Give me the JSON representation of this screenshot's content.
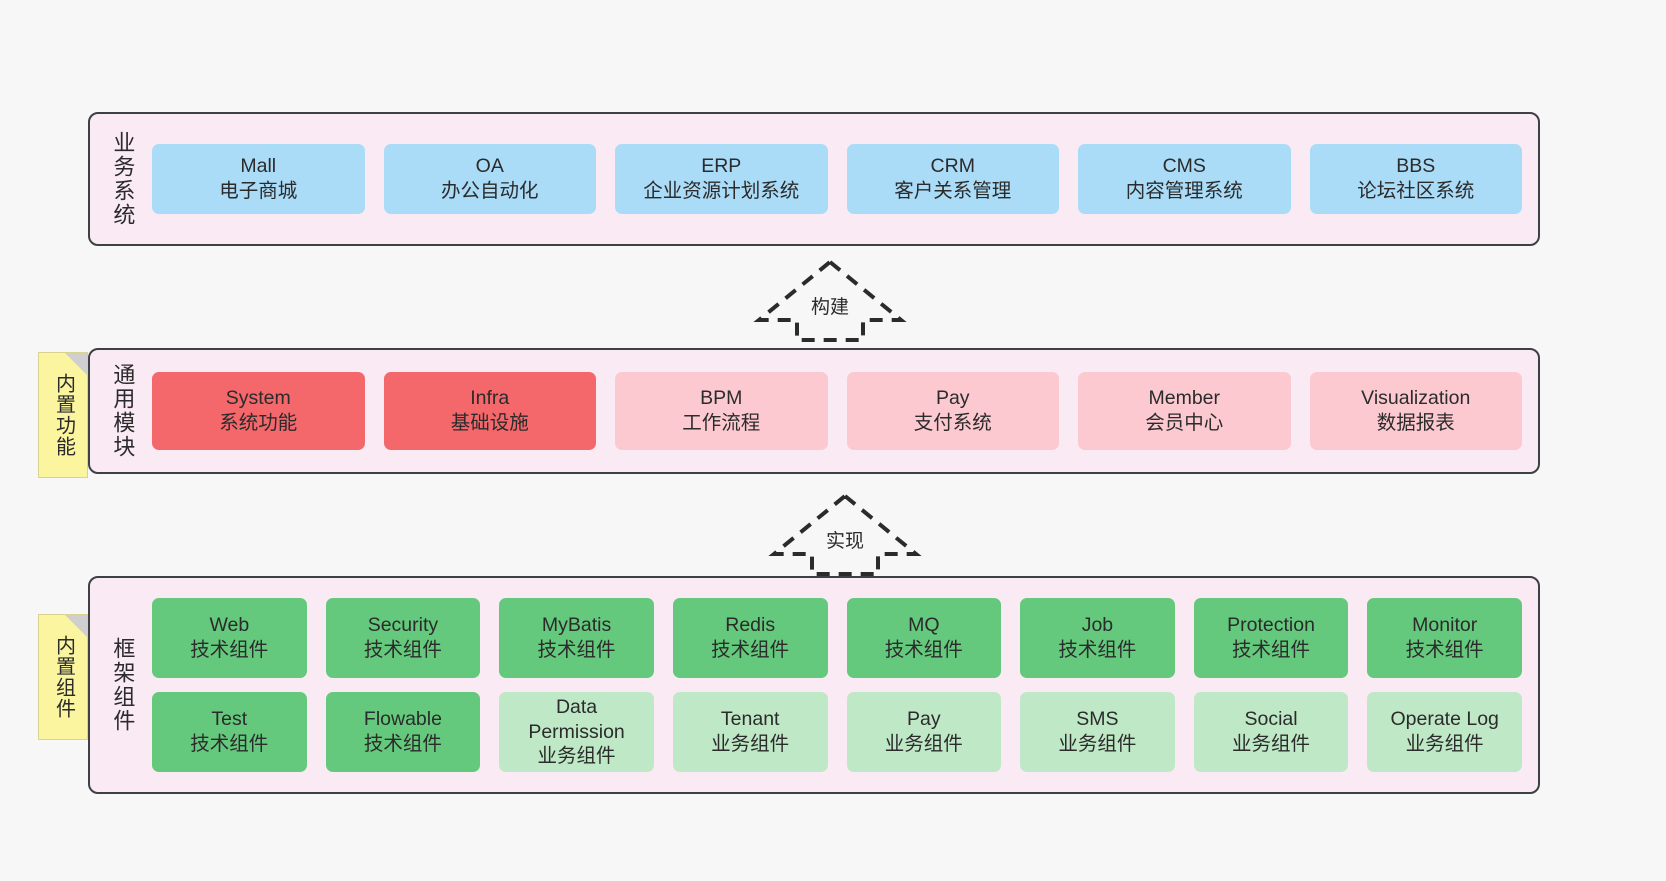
{
  "diagram": {
    "background_color": "#f7f7f7",
    "layer_fill": "#f9eaf3",
    "layer_border": "#3f3f46",
    "note_color": "#fbf5a0"
  },
  "notes": [
    {
      "label": "内置功能",
      "name": "builtin-function"
    },
    {
      "label": "内置组件",
      "name": "builtin-component"
    }
  ],
  "arrows": [
    {
      "label": "构建",
      "name": "build"
    },
    {
      "label": "实现",
      "name": "implement"
    }
  ],
  "layers": [
    {
      "name": "business-system",
      "title": "业务系统",
      "rows": [
        {
          "cards": [
            {
              "en": "Mall",
              "cn": "电子商城",
              "color": "#aadcf8",
              "variant": "c-blue"
            },
            {
              "en": "OA",
              "cn": "办公自动化",
              "color": "#aadcf8",
              "variant": "c-blue"
            },
            {
              "en": "ERP",
              "cn": "企业资源计划系统",
              "color": "#aadcf8",
              "variant": "c-blue"
            },
            {
              "en": "CRM",
              "cn": "客户关系管理",
              "color": "#aadcf8",
              "variant": "c-blue"
            },
            {
              "en": "CMS",
              "cn": "内容管理系统",
              "color": "#aadcf8",
              "variant": "c-blue"
            },
            {
              "en": "BBS",
              "cn": "论坛社区系统",
              "color": "#aadcf8",
              "variant": "c-blue"
            }
          ]
        }
      ]
    },
    {
      "name": "common-module",
      "title": "通用模块",
      "rows": [
        {
          "cards": [
            {
              "en": "System",
              "cn": "系统功能",
              "color": "#f4676b",
              "variant": "c-red"
            },
            {
              "en": "Infra",
              "cn": "基础设施",
              "color": "#f4676b",
              "variant": "c-red"
            },
            {
              "en": "BPM",
              "cn": "工作流程",
              "color": "#fcc9d0",
              "variant": "c-pink"
            },
            {
              "en": "Pay",
              "cn": "支付系统",
              "color": "#fcc9d0",
              "variant": "c-pink"
            },
            {
              "en": "Member",
              "cn": "会员中心",
              "color": "#fcc9d0",
              "variant": "c-pink"
            },
            {
              "en": "Visualization",
              "cn": "数据报表",
              "color": "#fcc9d0",
              "variant": "c-pink"
            }
          ]
        }
      ]
    },
    {
      "name": "framework-component",
      "title": "框架组件",
      "rows": [
        {
          "cards": [
            {
              "en": "Web",
              "cn": "技术组件",
              "color": "#64c97c",
              "variant": "c-green"
            },
            {
              "en": "Security",
              "cn": "技术组件",
              "color": "#64c97c",
              "variant": "c-green"
            },
            {
              "en": "MyBatis",
              "cn": "技术组件",
              "color": "#64c97c",
              "variant": "c-green"
            },
            {
              "en": "Redis",
              "cn": "技术组件",
              "color": "#64c97c",
              "variant": "c-green"
            },
            {
              "en": "MQ",
              "cn": "技术组件",
              "color": "#64c97c",
              "variant": "c-green"
            },
            {
              "en": "Job",
              "cn": "技术组件",
              "color": "#64c97c",
              "variant": "c-green"
            },
            {
              "en": "Protection",
              "cn": "技术组件",
              "color": "#64c97c",
              "variant": "c-green"
            },
            {
              "en": "Monitor",
              "cn": "技术组件",
              "color": "#64c97c",
              "variant": "c-green"
            }
          ]
        },
        {
          "cards": [
            {
              "en": "Test",
              "cn": "技术组件",
              "color": "#64c97c",
              "variant": "c-green"
            },
            {
              "en": "Flowable",
              "cn": "技术组件",
              "color": "#64c97c",
              "variant": "c-green"
            },
            {
              "en": "Data Permission",
              "cn": "业务组件",
              "color": "#bfe8c6",
              "variant": "c-lightgreen",
              "wrap": true
            },
            {
              "en": "Tenant",
              "cn": "业务组件",
              "color": "#bfe8c6",
              "variant": "c-lightgreen"
            },
            {
              "en": "Pay",
              "cn": "业务组件",
              "color": "#bfe8c6",
              "variant": "c-lightgreen"
            },
            {
              "en": "SMS",
              "cn": "业务组件",
              "color": "#bfe8c6",
              "variant": "c-lightgreen"
            },
            {
              "en": "Social",
              "cn": "业务组件",
              "color": "#bfe8c6",
              "variant": "c-lightgreen"
            },
            {
              "en": "Operate Log",
              "cn": "业务组件",
              "color": "#bfe8c6",
              "variant": "c-lightgreen"
            }
          ]
        }
      ]
    }
  ]
}
